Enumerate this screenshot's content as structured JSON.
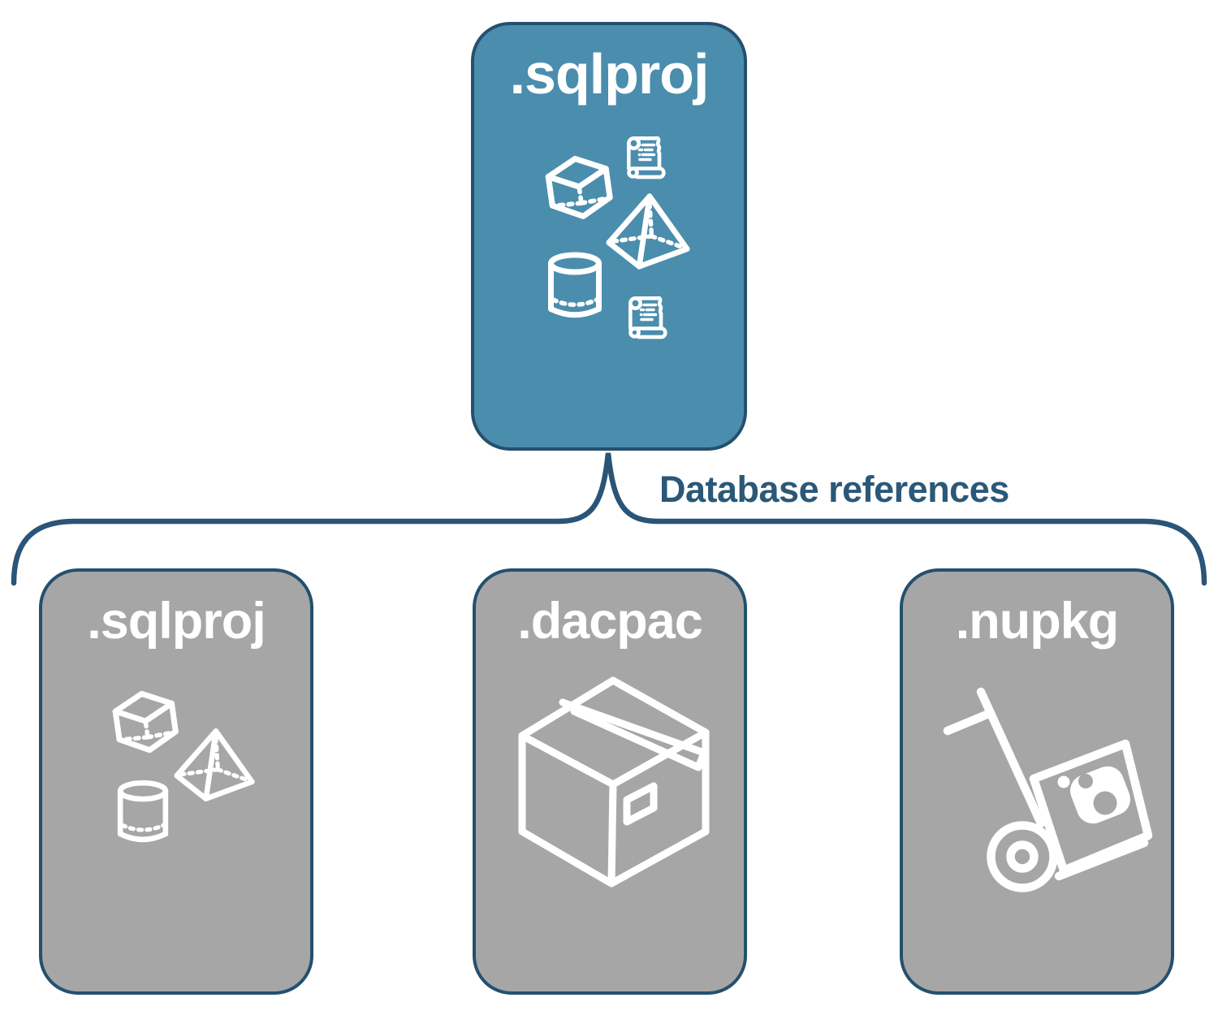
{
  "root_card": {
    "label": ".sqlproj",
    "icons": [
      "cube-icon",
      "scroll-icon",
      "pyramid-icon",
      "cylinder-icon",
      "scroll-icon"
    ]
  },
  "connector": {
    "label": "Database references"
  },
  "child_cards": [
    {
      "label": ".sqlproj",
      "icons": [
        "cube-icon",
        "pyramid-icon",
        "cylinder-icon"
      ]
    },
    {
      "label": ".dacpac",
      "icons": [
        "package-box-icon"
      ]
    },
    {
      "label": ".nupkg",
      "icons": [
        "nuget-handtruck-icon"
      ]
    }
  ],
  "colors": {
    "root_fill": "#4B8DAD",
    "child_fill": "#A6A6A6",
    "card_border": "#24506E",
    "connector_line": "#2A5478",
    "connector_text": "#2B5878",
    "icon": "#FFFFFF",
    "background": "#FFFFFF"
  }
}
